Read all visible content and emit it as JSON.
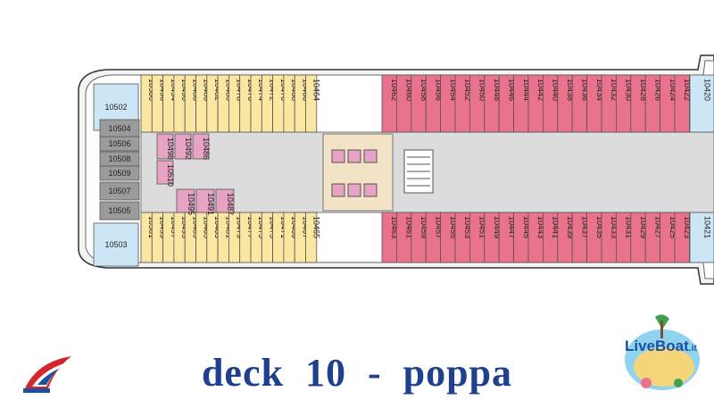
{
  "title": "deck  10  -  poppa",
  "colors": {
    "yellow_cabin": "#fbe7a1",
    "pink_cabin": "#e9728c",
    "blue_cabin": "#cde6f6",
    "gray_cabin": "#9b9b9b",
    "mauve_cabin": "#e7a3c4",
    "title": "#1f3f8f"
  },
  "cabins": {
    "top_yellow": [
      "10500",
      "10496",
      "10494",
      "10490",
      "10488",
      "10486",
      "10482",
      "10480",
      "10478",
      "10476",
      "10474",
      "10472",
      "10470",
      "10468",
      "10466",
      "10464"
    ],
    "top_pink": [
      "10462",
      "10460",
      "10458",
      "10456",
      "10454",
      "10452",
      "10450",
      "10448",
      "10446",
      "10444",
      "10442",
      "10440",
      "10438",
      "10436",
      "10434",
      "10432",
      "10430",
      "10428",
      "10426",
      "10424",
      "10422"
    ],
    "top_blue_end": "10420",
    "bottom_yellow": [
      "10501",
      "10499",
      "10497",
      "10493",
      "10489",
      "10485",
      "10483",
      "10481",
      "10479",
      "10477",
      "10475",
      "10473",
      "10471",
      "10469",
      "10467",
      "10465"
    ],
    "bottom_pink": [
      "10463",
      "10461",
      "10459",
      "10457",
      "10455",
      "10453",
      "10451",
      "10449",
      "10447",
      "10445",
      "10443",
      "10441",
      "10439",
      "10437",
      "10435",
      "10433",
      "10431",
      "10429",
      "10427",
      "10425",
      "10423"
    ],
    "bottom_blue_end": "10421",
    "stern_top": "10502",
    "stern_bottom": "10503",
    "stern_gray": [
      "10504",
      "10506",
      "10508",
      "10509",
      "10507",
      "10505"
    ],
    "center_upper": [
      "10498",
      "10492",
      "10486"
    ],
    "center_middle": "10510",
    "center_lower": [
      "10495",
      "10491",
      "10487"
    ]
  },
  "logos": {
    "liveboat": "LiveBoat",
    "liveboat_suffix": ".it"
  }
}
